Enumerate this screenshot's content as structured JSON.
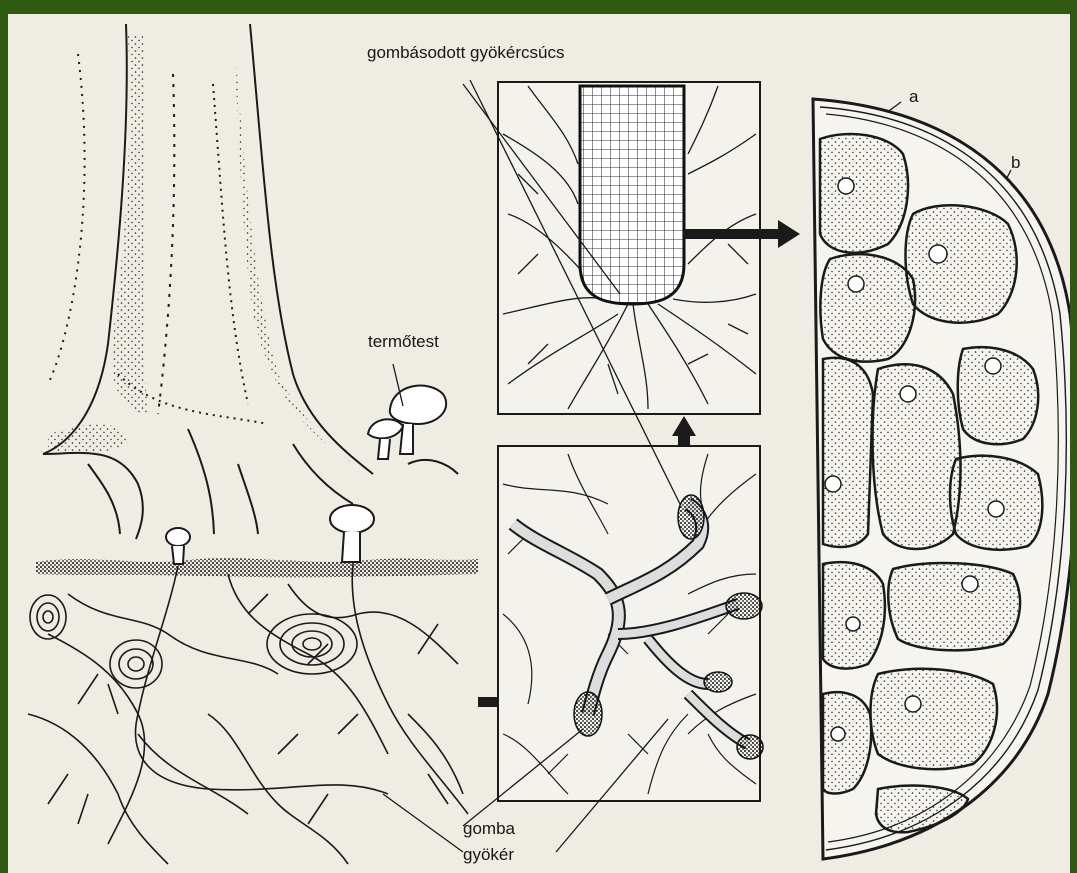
{
  "labels": {
    "mycorrhizal_root_tip": "gombásodott gyökércsúcs",
    "fruiting_body": "termőtest",
    "fungus": "gomba",
    "root": "gyökér",
    "a": "a",
    "b": "b"
  },
  "colors": {
    "frame": "#2f5a12",
    "paper": "#efece4",
    "ink": "#161616"
  }
}
